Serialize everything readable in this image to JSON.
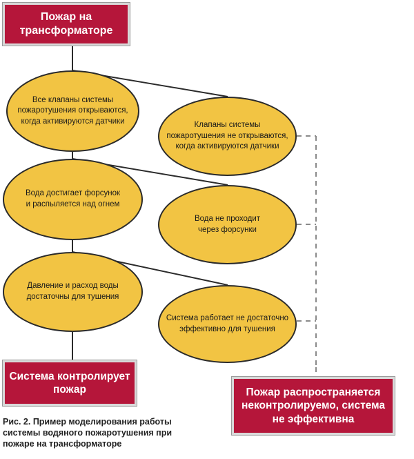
{
  "diagram": {
    "top_box": "Пожар на\nтрансформаторе",
    "nodes": [
      {
        "id": "all-valves-open",
        "text": "Все клапаны системы\nпожаротушения открываются,\nкогда активируются датчики"
      },
      {
        "id": "valves-not-open",
        "text": "Клапаны системы\nпожаротушения не открываются,\nкогда активируются датчики"
      },
      {
        "id": "water-reaches",
        "text": "Вода достигает форсунок\nи распыляется над огнем"
      },
      {
        "id": "water-not-pass",
        "text": "Вода не проходит\nчерез форсунки"
      },
      {
        "id": "pressure-sufficient",
        "text": "Давление и расход воды\nдостаточны для тушения"
      },
      {
        "id": "system-insufficient",
        "text": "Система работает не достаточно\nэффективно для тушения"
      }
    ],
    "outcome_success": "Система контролирует\nпожар",
    "outcome_failure": "Пожар распространяется\nнеконтролируемо, система\nне эффективна"
  },
  "caption": "Рис. 2. Пример моделирования работы\nсистемы водяного пожаротушения при\nпожаре на трансформаторе",
  "colors": {
    "box_fill": "#b5163a",
    "ellipse_fill": "#f2c443",
    "line": "#2b2b2b",
    "dashed": "#8a8a8a"
  }
}
